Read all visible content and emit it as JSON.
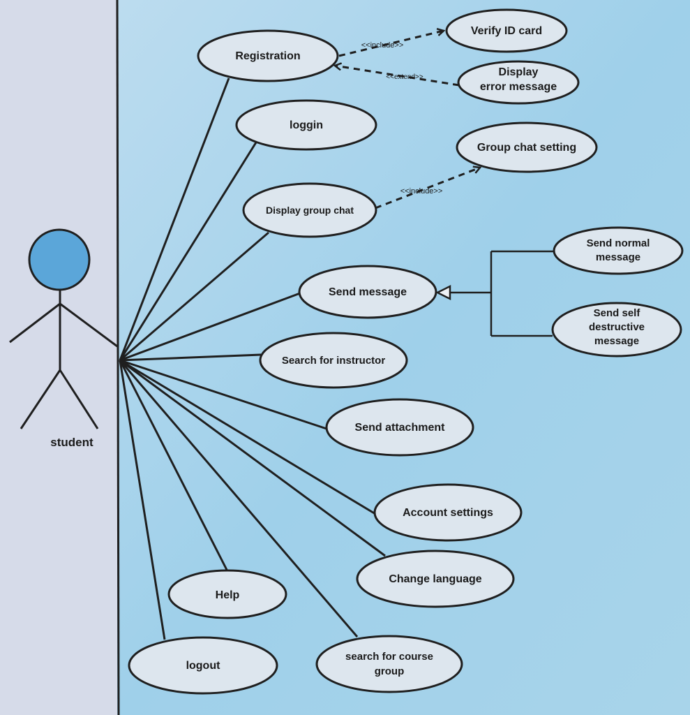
{
  "actor": {
    "name": "student"
  },
  "use_cases": {
    "registration": "Registration",
    "verify_id": "Verify ID card",
    "display_error": [
      "Display",
      "error message"
    ],
    "loggin": "loggin",
    "group_chat_setting": "Group chat setting",
    "display_group_chat": "Display group chat",
    "send_message": "Send message",
    "send_normal": [
      "Send normal",
      "message"
    ],
    "send_self_destructive": [
      "Send self",
      "destructive",
      "message"
    ],
    "search_instructor": "Search for instructor",
    "send_attachment": "Send attachment",
    "account_settings": "Account settings",
    "change_language": "Change language",
    "help": "Help",
    "logout": "logout",
    "search_course_group": [
      "search for course",
      "group"
    ]
  },
  "relations": {
    "include_verify": "<<include>>",
    "extend_error": "<<extend>>",
    "include_group_setting": "<<include>>"
  },
  "colors": {
    "left_panel": "#d6dbe9",
    "diagram_bg": "#a9d3ea",
    "ellipse_fill": "#dde6ee",
    "actor_head": "#5ba6d9",
    "line": "#1f1f1f"
  }
}
